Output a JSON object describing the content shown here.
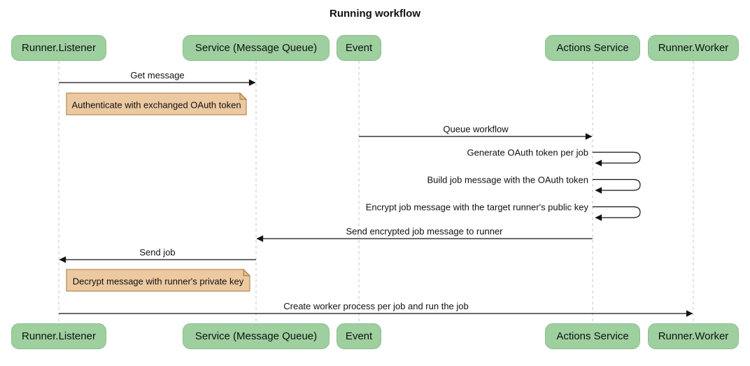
{
  "title": "Running workflow",
  "colors": {
    "background": "#ffffff",
    "actor_fill": "#9ECF9F",
    "actor_border": "#8CBE8D",
    "note_fill": "#ECC9A1",
    "note_fold": "#E0B987",
    "note_border": "#A8793B",
    "lifeline": "#c6c6c6",
    "arrow": "#131313",
    "text": "#111111"
  },
  "actors": [
    {
      "label": "Runner.Listener"
    },
    {
      "label": "Service (Message Queue)"
    },
    {
      "label": "Event"
    },
    {
      "label": "Actions Service"
    },
    {
      "label": "Runner.Worker"
    }
  ],
  "messages": [
    {
      "kind": "arrow",
      "text": "Get message",
      "from": "Runner.Listener",
      "to": "Service (Message Queue)"
    },
    {
      "kind": "note",
      "text": "Authenticate with exchanged OAuth token",
      "over": "Runner.Listener"
    },
    {
      "kind": "arrow",
      "text": "Queue workflow",
      "from": "Event",
      "to": "Actions Service"
    },
    {
      "kind": "self",
      "text": "Generate OAuth token per job",
      "actor": "Actions Service"
    },
    {
      "kind": "self",
      "text": "Build job message with the OAuth token",
      "actor": "Actions Service"
    },
    {
      "kind": "self",
      "text": "Encrypt job message with the target runner's public key",
      "actor": "Actions Service"
    },
    {
      "kind": "arrow",
      "text": "Send encrypted job message to runner",
      "from": "Actions Service",
      "to": "Service (Message Queue)"
    },
    {
      "kind": "arrow",
      "text": "Send job",
      "from": "Service (Message Queue)",
      "to": "Runner.Listener"
    },
    {
      "kind": "note",
      "text": "Decrypt message with runner's private key",
      "over": "Runner.Listener"
    },
    {
      "kind": "arrow",
      "text": "Create worker process per job and run the job",
      "from": "Runner.Listener",
      "to": "Runner.Worker"
    }
  ]
}
